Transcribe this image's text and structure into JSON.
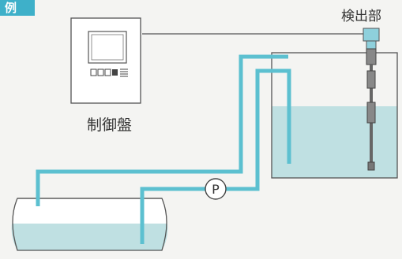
{
  "badge": {
    "text": "例",
    "color": "#3eb0c9"
  },
  "labels": {
    "detector": "検出部",
    "control_panel": "制御盤",
    "pump": "P"
  },
  "colors": {
    "pipe": "#5cc0d0",
    "water": "#bfe0e2",
    "line": "#444444",
    "detector_head": "#8ed0dc"
  }
}
